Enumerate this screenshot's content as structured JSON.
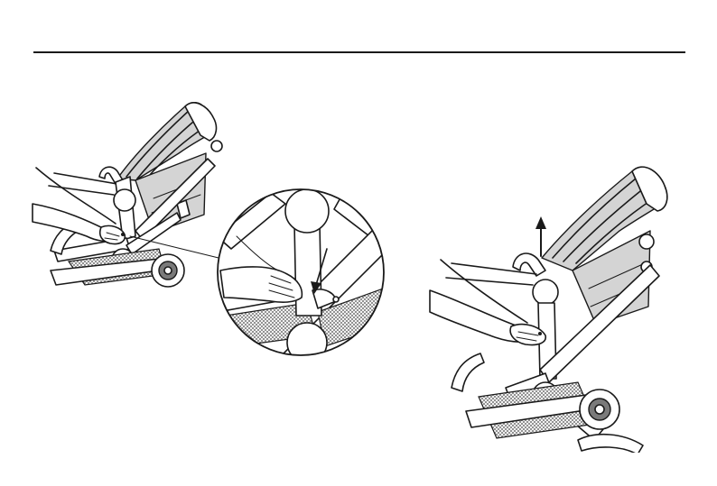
{
  "page": {
    "background": "#ffffff",
    "line_color": "#1a1a1a",
    "shade_color": "#d4d4d4"
  },
  "illustrations": {
    "left": {
      "icon": "stroller-unlock-illustration"
    },
    "detail": {
      "icon": "zoom-detail-circle"
    },
    "right": {
      "icon": "stroller-fold-lift-illustration",
      "arrow": "arrow-up-icon"
    }
  }
}
